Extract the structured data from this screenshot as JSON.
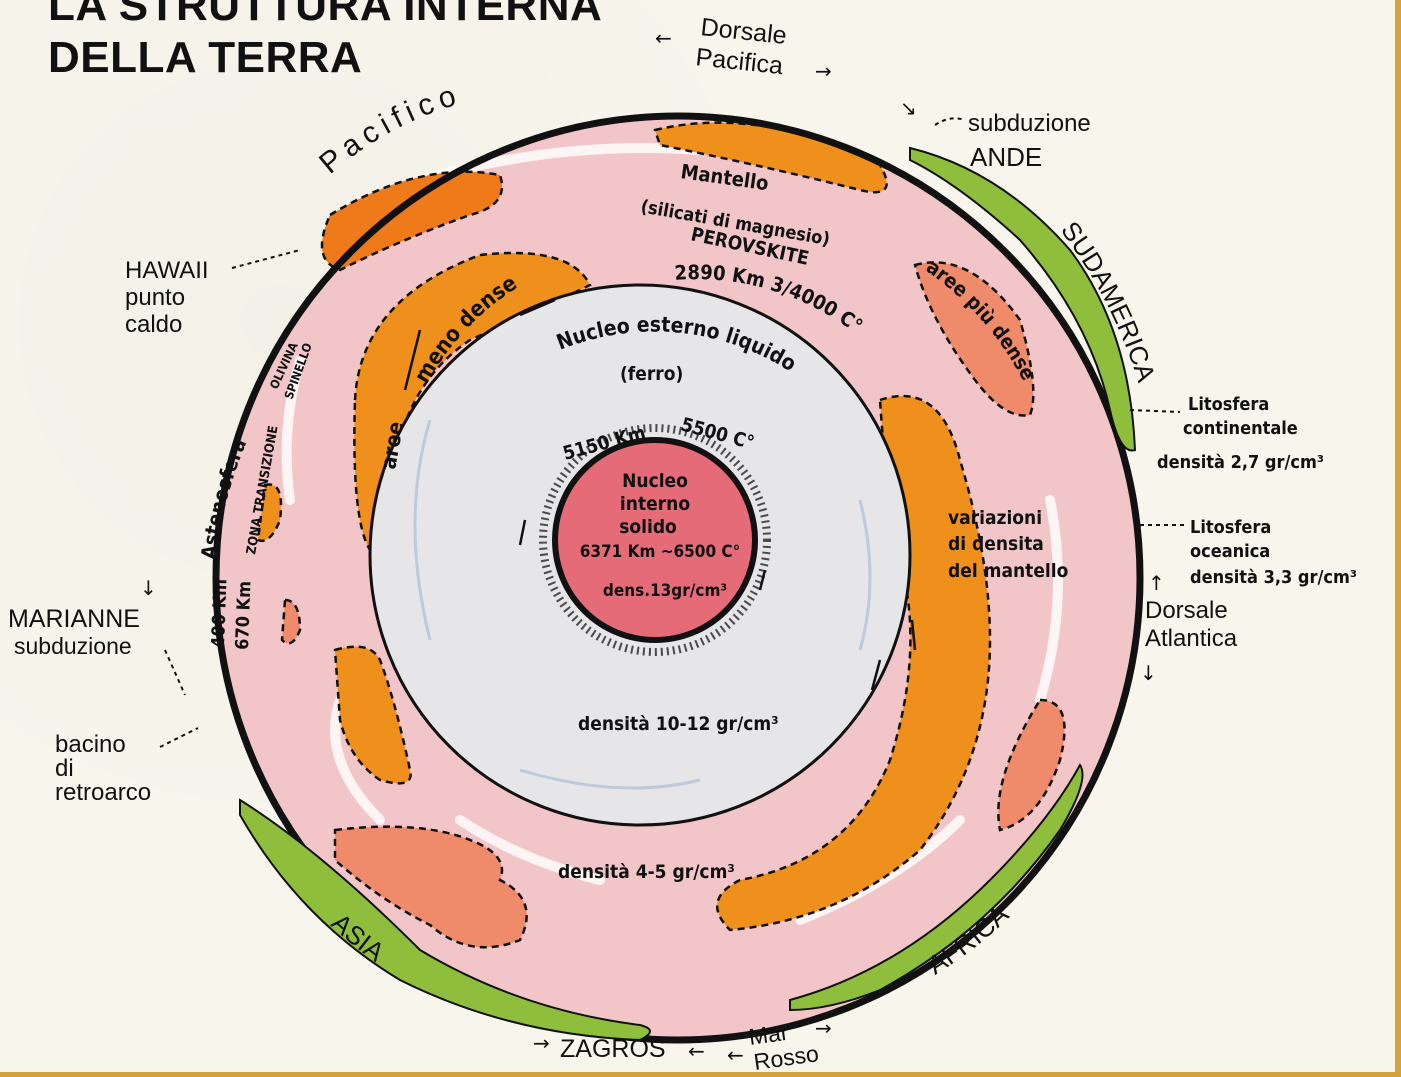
{
  "title": {
    "line1": "LA STRUTTURA INTERNA",
    "line2": "DELLA TERRA"
  },
  "places": {
    "pacifico": "Pacifico",
    "dorsale_pacifica_1": "Dorsale",
    "dorsale_pacifica_2": "Pacifica",
    "subduzione_ande": "subduzione",
    "ande": "ANDE",
    "sudamerica": "SUDAMERICA",
    "hawaii": "HAWAII",
    "punto": "punto",
    "caldo": "caldo",
    "marianne": "MARIANNE",
    "marianne_subduzione": "subduzione",
    "bacino": "bacino",
    "di": "di",
    "retroarco": "retroarco",
    "asia": "ASIA",
    "africa": "AFRICA",
    "zagros": "ZAGROS",
    "mar": "Mar",
    "rosso": "Rosso",
    "dorsale_atlantica_1": "Dorsale",
    "dorsale_atlantica_2": "Atlantica"
  },
  "litosfera": {
    "cont_1": "Litosfera",
    "cont_2": "continentale",
    "cont_dens": "densità 2,7 gr/cm³",
    "oce_1": "Litosfera",
    "oce_2": "oceanica",
    "oce_dens": "densità 3,3 gr/cm³"
  },
  "mantle": {
    "mantello": "Mantello",
    "silicati": "(silicati di magnesio)",
    "perovskite": "PEROVSKITE",
    "depth_2890": "2890 Km 3/4000 C°",
    "aree_piu_dense": "aree più dense",
    "aree": "aree",
    "meno_dense": "meno dense",
    "variazioni_1": "variazioni",
    "variazioni_2": "di densita",
    "variazioni_3": "del mantello",
    "densita_4_5": "densità 4-5 gr/cm³",
    "astenosfera": "Astenosfera",
    "zona_transizione": "ZONA TRANSIZIONE",
    "olivina": "OLIVINA",
    "spinello": "SPINELLO",
    "km_400": "400 Km",
    "km_670": "670 Km"
  },
  "outer_core": {
    "label": "Nucleo esterno liquido",
    "ferro": "(ferro)",
    "depth_5150": "5150 Km",
    "temp_5500": "5500 C°",
    "densita": "densità 10-12 gr/cm³"
  },
  "inner_core": {
    "line1": "Nucleo",
    "line2": "interno",
    "line3": "solido",
    "depth": "6371 Km ~6500 C°",
    "dens": "dens.13gr/cm³"
  },
  "colors": {
    "mantle": "#f2c6c8",
    "outer_core": "#e6e6e8",
    "inner_core": "#e56b78",
    "orange": "#f0901c",
    "salmon": "#ef8a6a",
    "lithosphere_continental": "#8fbe3c",
    "crust": "#111111",
    "frame": "#d6a23a"
  }
}
